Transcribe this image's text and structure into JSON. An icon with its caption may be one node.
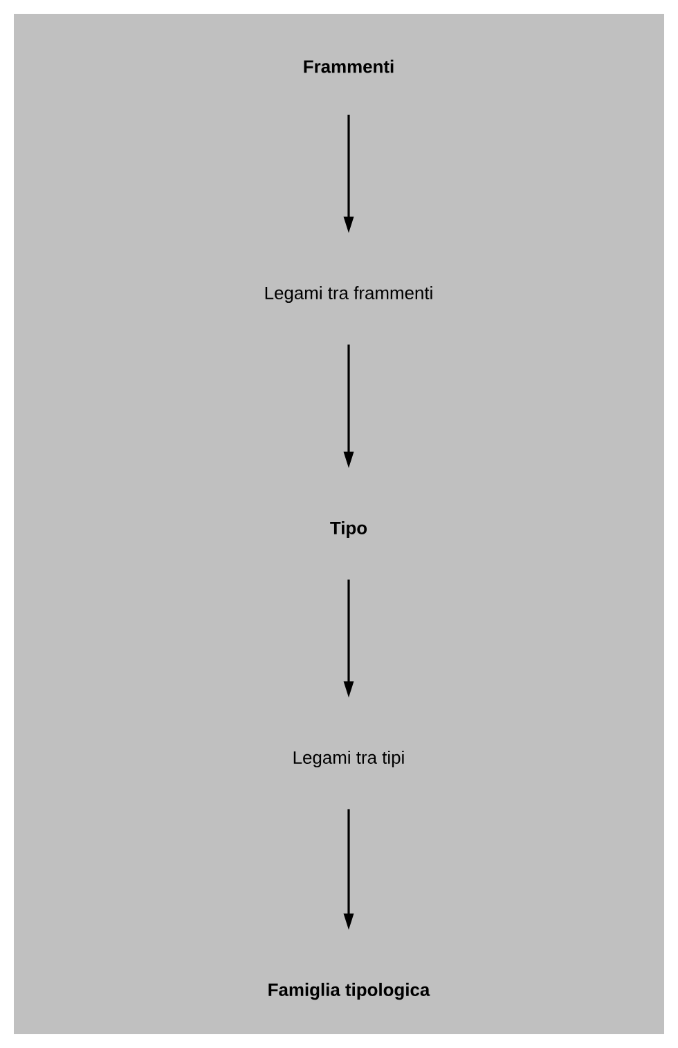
{
  "diagram": {
    "nodes": [
      {
        "text": [
          "Frammenti"
        ]
      },
      {
        "text": [
          "Legami tra frammenti"
        ]
      },
      {
        "text": [
          "Tipo"
        ]
      },
      {
        "text": [
          "Legami tra tipi"
        ]
      },
      {
        "text": [
          "Famiglia tipologica"
        ]
      }
    ],
    "edges": [
      {
        "from": 0,
        "to": 1,
        "arrow": "to"
      },
      {
        "from": 1,
        "to": 2,
        "arrow": "to"
      },
      {
        "from": 2,
        "to": 3,
        "arrow": "to"
      },
      {
        "from": 3,
        "to": 4,
        "arrow": "to"
      }
    ]
  }
}
